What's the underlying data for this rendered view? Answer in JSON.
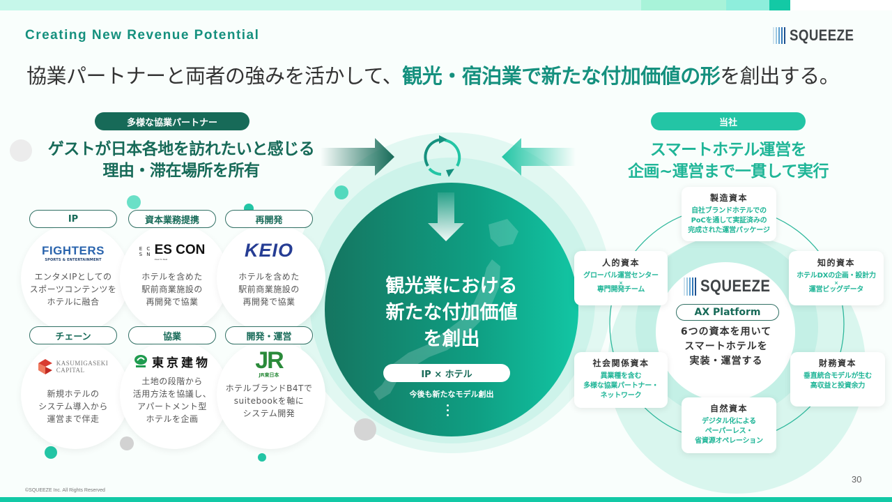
{
  "colors": {
    "brand_dark": "#176a58",
    "brand_teal": "#15907e",
    "accent": "#1fb597",
    "accent_bright": "#12c9a6"
  },
  "header": {
    "eyebrow": "Creating New Revenue Potential",
    "logo_text": "SQUEEZE",
    "headline_part1": "協業パートナーと両者の強みを活かして、",
    "headline_highlight": "観光・宿泊業で新たな付加価値の形",
    "headline_part2": "を創出する。"
  },
  "left": {
    "pill": "多様な協業パートナー",
    "title_line1": "ゲストが日本各地を訪れたいと感じる",
    "title_line2": "理由・滞在場所を所有",
    "partners": [
      {
        "tag": "IP",
        "logo_main": "FIGHTERS",
        "logo_sub": "SPORTS & ENTERTAINMENT",
        "desc": [
          "エンタメIPとしての",
          "スポーツコンテンツを",
          "ホテルに融合"
        ]
      },
      {
        "tag": "資本業務提携",
        "logo_main": "ES CON",
        "logo_mark": "E C S N",
        "logo_sub": "Ideal to Real",
        "desc": [
          "ホテルを含めた",
          "駅前商業施設の",
          "再開発で協業"
        ]
      },
      {
        "tag": "再開発",
        "logo_main": "KEIO",
        "desc": [
          "ホテルを含めた",
          "駅前商業施設の",
          "再開発で協業"
        ]
      },
      {
        "tag": "チェーン",
        "logo_main": "KASUMIGASEKI",
        "logo_sub": "CAPITAL",
        "desc": [
          "新規ホテルの",
          "システム導入から",
          "運営まで伴走"
        ]
      },
      {
        "tag": "協業",
        "logo_main": "東京建物",
        "desc": [
          "土地の段階から",
          "活用方法を協議し、",
          "アパートメント型",
          "ホテルを企画"
        ]
      },
      {
        "tag": "開発・運営",
        "logo_main": "JR",
        "logo_sub": "JR東日本",
        "desc": [
          "ホテルブランドB4Tで",
          "suitebookを軸に",
          "システム開発"
        ]
      }
    ]
  },
  "center": {
    "title_lines": [
      "観光業における",
      "新たな付加価値",
      "を創出"
    ],
    "pill": "IP × ホテル",
    "sub": "今後も新たなモデル創出",
    "icons": [
      "cycle-arrows-icon",
      "arrow-right-icon",
      "arrow-left-icon",
      "arrow-down-icon"
    ]
  },
  "right": {
    "pill": "当社",
    "title_line1": "スマートホテル運営を",
    "title_line2": "企画~運営まで一貫して実行",
    "core_logo": "SQUEEZE",
    "core_pill": "AX Platform",
    "core_text": [
      "6つの資本を用いて",
      "スマートホテルを",
      "実装・運営する"
    ],
    "capitals": {
      "manufacturing": {
        "title": "製造資本",
        "body": [
          "自社ブランドホテルでの",
          "PoCを通して実証済みの",
          "完成された運営パッケージ"
        ]
      },
      "human": {
        "title": "人的資本",
        "body_a": "グローバル運営センター",
        "x": "×",
        "body_b": "専門開発チーム"
      },
      "intellectual": {
        "title": "知的資本",
        "body_a": "ホテルDXの企画・設計力",
        "x": "×",
        "body_b": "運営ビッグデータ"
      },
      "social": {
        "title": "社会関係資本",
        "body": [
          "異業種を含む",
          "多様な協業パートナー・",
          "ネットワーク"
        ]
      },
      "financial": {
        "title": "財務資本",
        "body": [
          "垂直統合モデルが生む",
          "高収益と投資余力"
        ]
      },
      "natural": {
        "title": "自然資本",
        "body": [
          "デジタル化による",
          "ペーパーレス・",
          "省資源オペレーション"
        ]
      }
    }
  },
  "footer": {
    "copyright": "©SQUEEZE Inc. All Rights Reserved",
    "page_number": "30"
  }
}
